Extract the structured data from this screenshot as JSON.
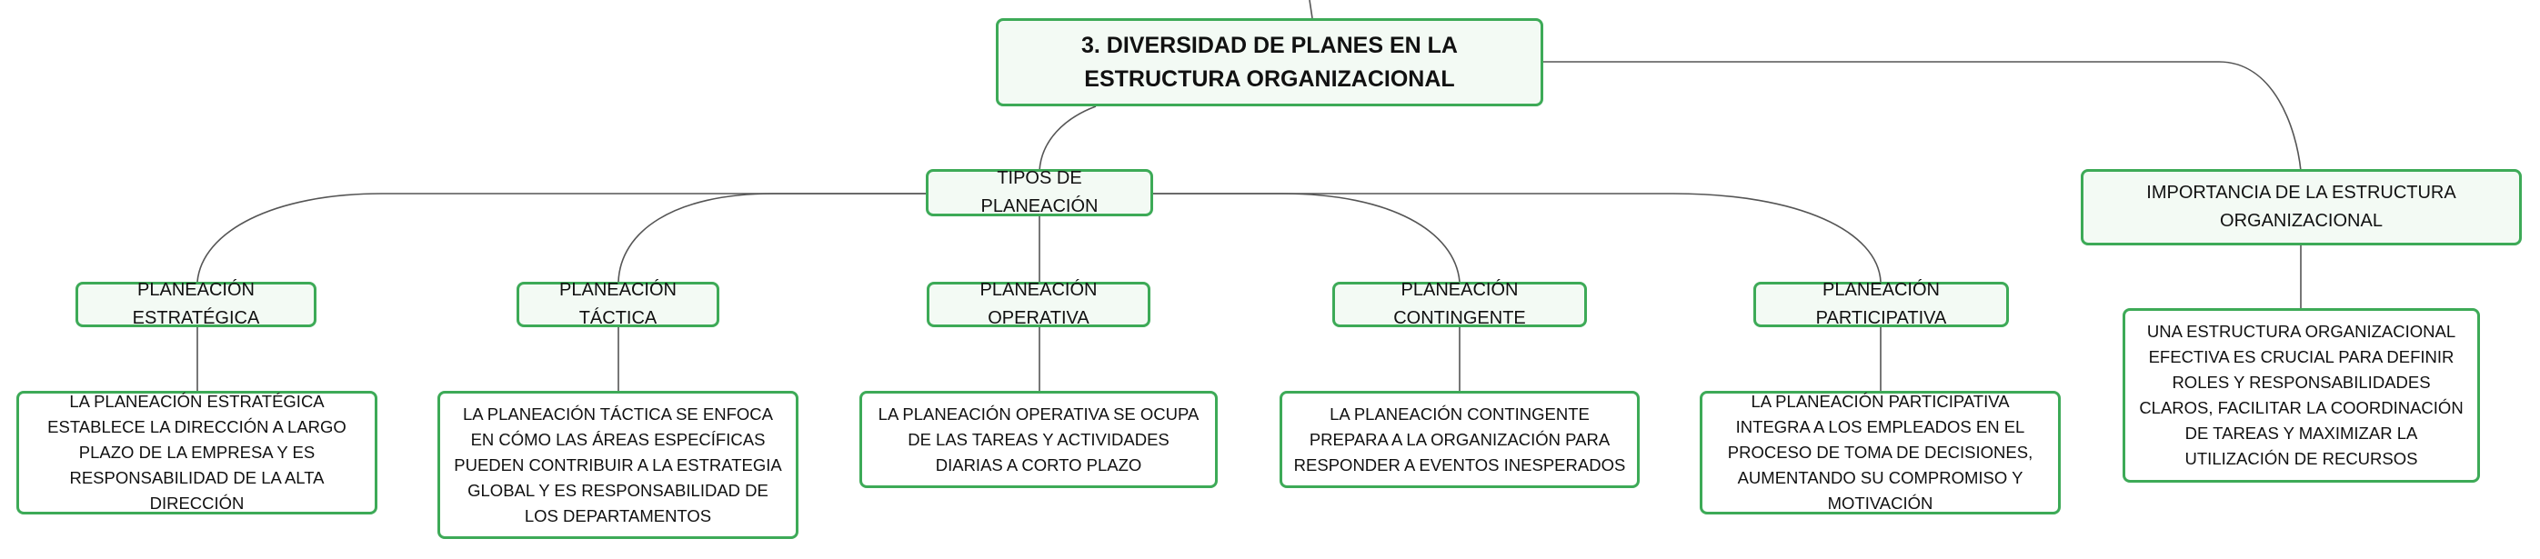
{
  "colors": {
    "border": "#3daa57",
    "fill": "#f3faf4",
    "connector": "#555555"
  },
  "root": {
    "title": "3. DIVERSIDAD DE PLANES EN LA ESTRUCTURA ORGANIZACIONAL"
  },
  "tipos": {
    "label": "TIPOS DE PLANEACIÓN",
    "items": [
      {
        "label": "PLANEACIÓN ESTRATÉGICA",
        "description": "LA PLANEACIÓN ESTRATÉGICA ESTABLECE LA DIRECCIÓN A LARGO PLAZO DE LA EMPRESA Y ES RESPONSABILIDAD DE LA ALTA DIRECCIÓN"
      },
      {
        "label": "PLANEACIÓN TÁCTICA",
        "description": "LA PLANEACIÓN TÁCTICA SE ENFOCA EN CÓMO LAS ÁREAS ESPECÍFICAS PUEDEN CONTRIBUIR A LA ESTRATEGIA GLOBAL Y ES RESPONSABILIDAD DE LOS DEPARTAMENTOS"
      },
      {
        "label": "PLANEACIÓN OPERATIVA",
        "description": "LA PLANEACIÓN OPERATIVA SE OCUPA DE LAS TAREAS Y ACTIVIDADES DIARIAS A CORTO PLAZO"
      },
      {
        "label": "PLANEACIÓN CONTINGENTE",
        "description": "LA PLANEACIÓN CONTINGENTE PREPARA A LA ORGANIZACIÓN PARA RESPONDER A EVENTOS INESPERADOS"
      },
      {
        "label": "PLANEACIÓN PARTICIPATIVA",
        "description": "LA PLANEACIÓN PARTICIPATIVA INTEGRA A LOS EMPLEADOS EN EL PROCESO DE TOMA DE DECISIONES, AUMENTANDO SU COMPROMISO Y MOTIVACIÓN"
      }
    ]
  },
  "importancia": {
    "label": "IMPORTANCIA DE LA ESTRUCTURA ORGANIZACIONAL",
    "description": "UNA ESTRUCTURA ORGANIZACIONAL EFECTIVA ES CRUCIAL PARA DEFINIR ROLES Y RESPONSABILIDADES CLAROS, FACILITAR LA COORDINACIÓN DE TAREAS Y MAXIMIZAR LA UTILIZACIÓN DE RECURSOS"
  }
}
